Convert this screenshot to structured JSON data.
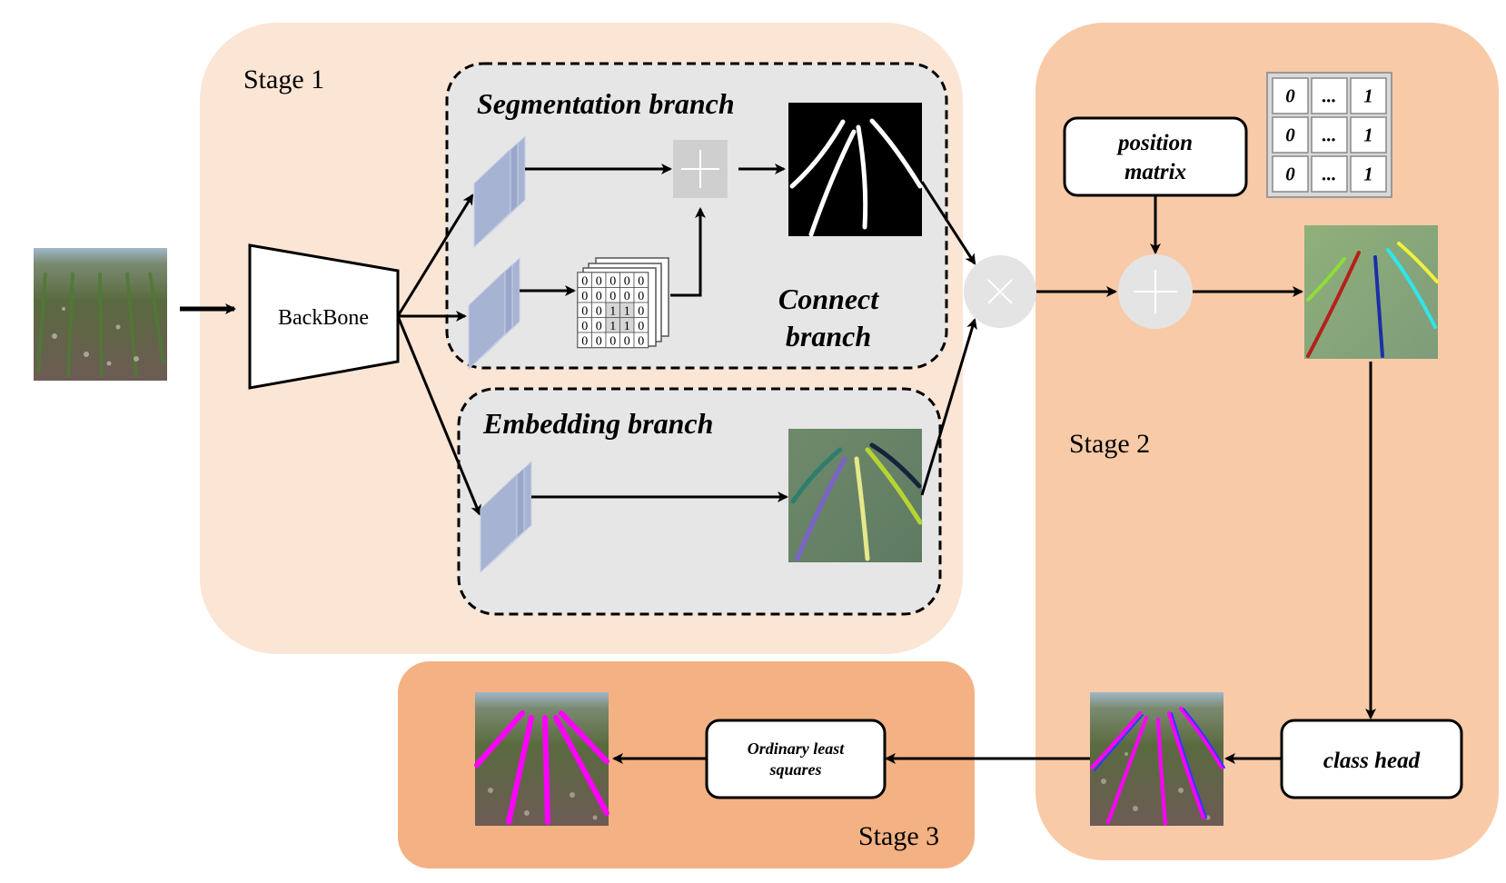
{
  "stages": {
    "stage1": "Stage 1",
    "stage2": "Stage 2",
    "stage3": "Stage 3"
  },
  "backbone_label": "BackBone",
  "segmentation": {
    "title": "Segmentation branch"
  },
  "connect": {
    "line1": "Connect",
    "line2": "branch"
  },
  "embedding": {
    "title": "Embedding branch"
  },
  "position": {
    "line1": "position",
    "line2": "matrix",
    "matrix": [
      [
        "0",
        "...",
        "1"
      ],
      [
        "0",
        "...",
        "1"
      ],
      [
        "0",
        "...",
        "1"
      ]
    ]
  },
  "binary_grid": [
    [
      "0",
      "0",
      "0",
      "0",
      "0"
    ],
    [
      "0",
      "0",
      "0",
      "0",
      "0"
    ],
    [
      "0",
      "0",
      "1",
      "1",
      "0"
    ],
    [
      "0",
      "0",
      "1",
      "1",
      "0"
    ],
    [
      "0",
      "0",
      "0",
      "0",
      "0"
    ]
  ],
  "class_head": "class head",
  "ols": {
    "line1": "Ordinary least",
    "line2": "squares"
  },
  "colors": {
    "stage1_bg": "#fbe5d5",
    "stage2_bg": "#f8caa8",
    "stage3_bg": "#f4b183",
    "branch_bg": "#e6e6e6",
    "operator_circle": "#e4e4e4",
    "feature_block": "#a7b3d3",
    "lane_magenta": "#ff00ff"
  }
}
